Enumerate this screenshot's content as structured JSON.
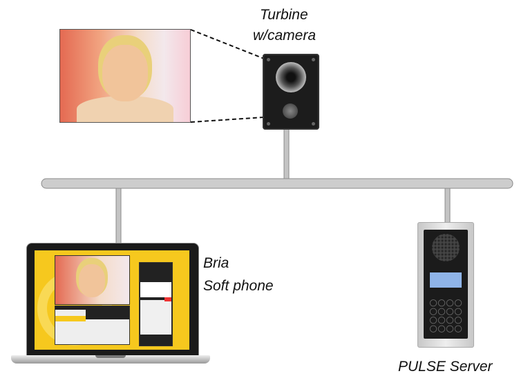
{
  "labels": {
    "turbine_line1": "Turbine",
    "turbine_line2": "w/camera",
    "bria_line1": "Bria",
    "bria_line2": "Soft phone",
    "pulse": "PULSE Server"
  },
  "colors": {
    "bus": "#c9c9c9",
    "laptop_wallpaper": "#f6c81e",
    "device_body": "#1c1c1c",
    "pulse_frame": "#d8d8d8",
    "pulse_display": "#8fb4e8"
  }
}
